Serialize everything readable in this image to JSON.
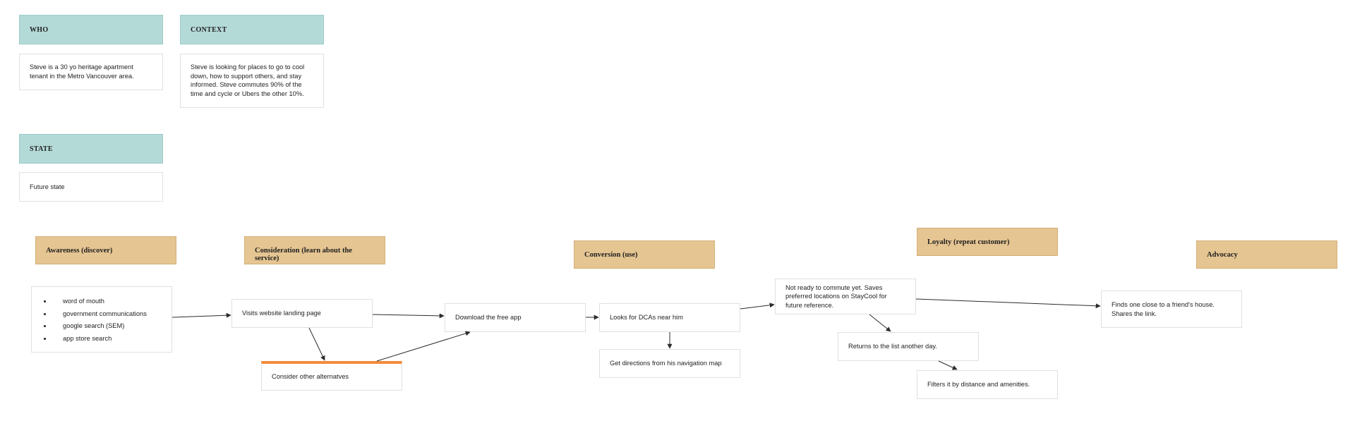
{
  "persona": {
    "who": {
      "title": "WHO",
      "text": "Steve is a 30 yo heritage apartment tenant in the Metro Vancouver area."
    },
    "context": {
      "title": "CONTEXT",
      "text": "Steve is looking for places to go to cool down, how to support others, and stay informed. Steve commutes 90% of the time and cycle or Ubers the other 10%."
    },
    "state": {
      "title": "STATE",
      "text": "Future state"
    }
  },
  "stages": {
    "awareness": "Awareness (discover)",
    "consideration": "Consideration (learn about the service)",
    "conversion": "Conversion (use)",
    "loyalty": "Loyalty (repeat customer)",
    "advocacy": "Advocacy"
  },
  "steps": {
    "channels": [
      "word of mouth",
      "government communications",
      "google search (SEM)",
      "app store search"
    ],
    "visit_site": "Visits website landing page",
    "consider_alternatives": "Consider other alternatves",
    "download_app": "Download the free app",
    "looks_for_dcas": "Looks for DCAs near him",
    "get_directions": "Get directions from his navigation map",
    "not_ready": "Not ready to commute yet. Saves preferred locations on StayCool for future reference.",
    "returns_to_list": "Returns to the list another day.",
    "filters_list": "Filters it by distance and amenities.",
    "finds_one": "Finds one close to a friend's house. Shares the link."
  },
  "colors": {
    "persona_header": "#b4dad8",
    "stage_header": "#e5c592",
    "accent": "#f28b3c",
    "connector": "#2b2b2b"
  }
}
